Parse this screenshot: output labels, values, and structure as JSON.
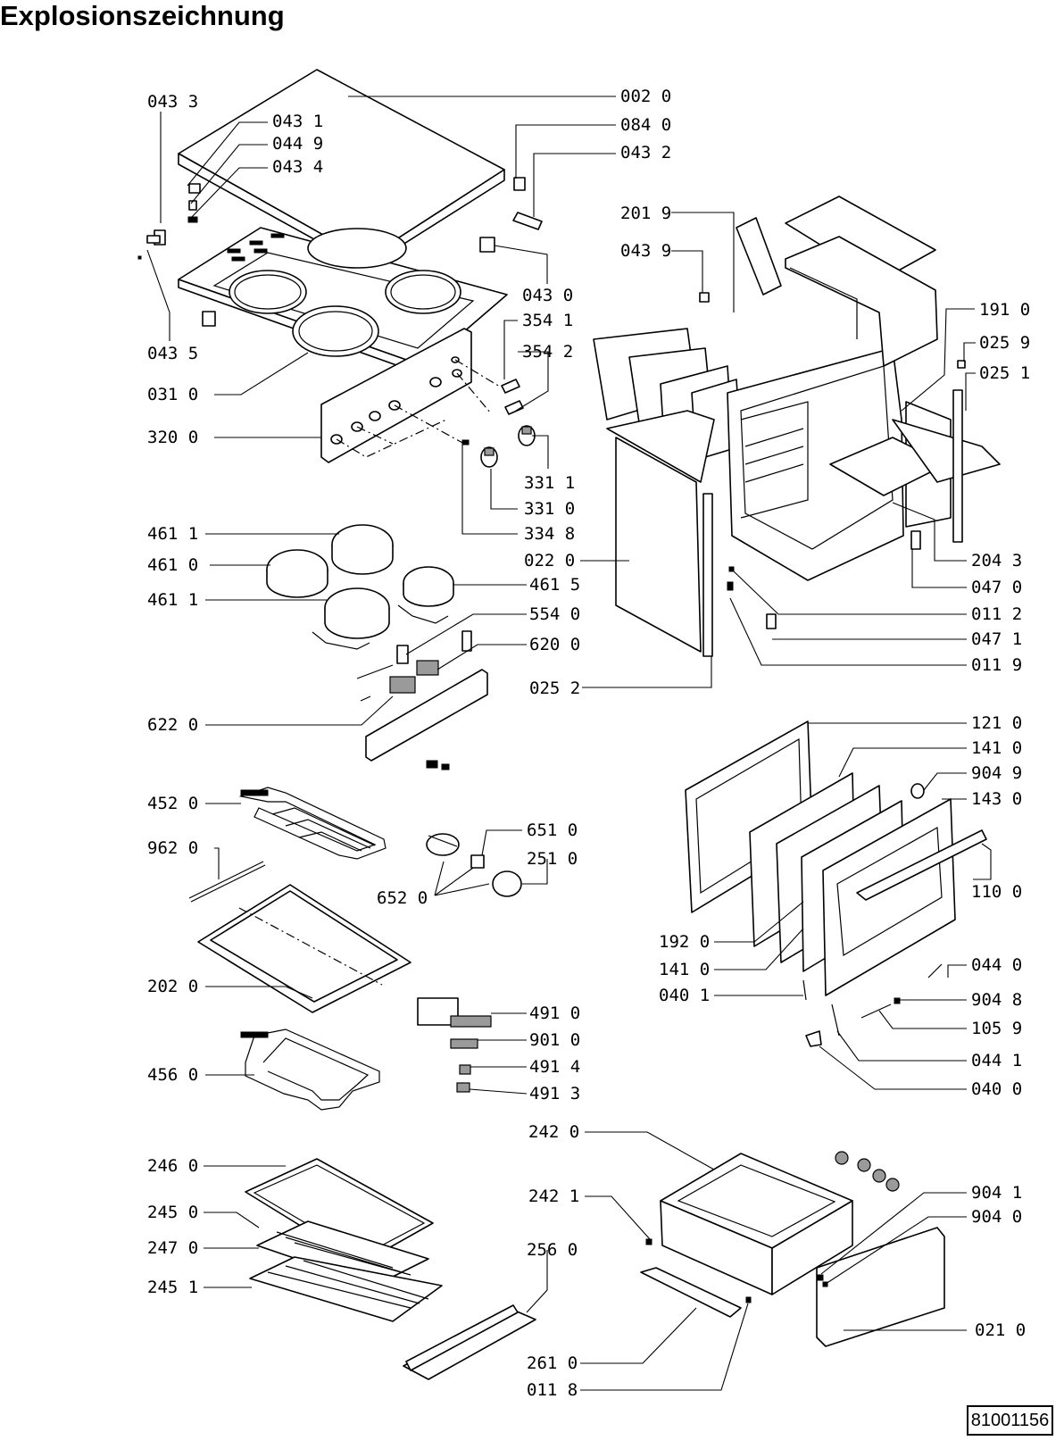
{
  "title": "Explosionszeichnung",
  "drawing_number": "81001156",
  "labels": [
    {
      "id": "l0020",
      "text": "002 0"
    },
    {
      "id": "l0433",
      "text": "043 3"
    },
    {
      "id": "l0431",
      "text": "043 1"
    },
    {
      "id": "l0449",
      "text": "044 9"
    },
    {
      "id": "l0434",
      "text": "043 4"
    },
    {
      "id": "l0840",
      "text": "084 0"
    },
    {
      "id": "l0432",
      "text": "043 2"
    },
    {
      "id": "l2019",
      "text": "201 9"
    },
    {
      "id": "l0439",
      "text": "043 9"
    },
    {
      "id": "l0430",
      "text": "043 0"
    },
    {
      "id": "l0435",
      "text": "043 5"
    },
    {
      "id": "l3541",
      "text": "354 1"
    },
    {
      "id": "l3542",
      "text": "354 2"
    },
    {
      "id": "l0310",
      "text": "031 0"
    },
    {
      "id": "l1910",
      "text": "191 0"
    },
    {
      "id": "l0259",
      "text": "025 9"
    },
    {
      "id": "l0251",
      "text": "025 1"
    },
    {
      "id": "l3200",
      "text": "320 0"
    },
    {
      "id": "l3311",
      "text": "331 1"
    },
    {
      "id": "l3310",
      "text": "331 0"
    },
    {
      "id": "l3348",
      "text": "334 8"
    },
    {
      "id": "l4611a",
      "text": "461 1"
    },
    {
      "id": "l4610",
      "text": "461 0"
    },
    {
      "id": "l0220",
      "text": "022 0"
    },
    {
      "id": "l2043",
      "text": "204 3"
    },
    {
      "id": "l4615",
      "text": "461 5"
    },
    {
      "id": "l0470",
      "text": "047 0"
    },
    {
      "id": "l4611b",
      "text": "461 1"
    },
    {
      "id": "l5540",
      "text": "554 0"
    },
    {
      "id": "l0112",
      "text": "011 2"
    },
    {
      "id": "l0471",
      "text": "047 1"
    },
    {
      "id": "l6200",
      "text": "620 0"
    },
    {
      "id": "l0119",
      "text": "011 9"
    },
    {
      "id": "l0252",
      "text": "025 2"
    },
    {
      "id": "l6220",
      "text": "622 0"
    },
    {
      "id": "l1210",
      "text": "121 0"
    },
    {
      "id": "l1410a",
      "text": "141 0"
    },
    {
      "id": "l9049",
      "text": "904 9"
    },
    {
      "id": "l4520",
      "text": "452 0"
    },
    {
      "id": "l1430",
      "text": "143 0"
    },
    {
      "id": "l6510",
      "text": "651 0"
    },
    {
      "id": "l9620",
      "text": "962 0"
    },
    {
      "id": "l2510",
      "text": "251 0"
    },
    {
      "id": "l1100",
      "text": "110 0"
    },
    {
      "id": "l6520",
      "text": "652 0"
    },
    {
      "id": "l1920",
      "text": "192 0"
    },
    {
      "id": "l1410b",
      "text": "141 0"
    },
    {
      "id": "l0440",
      "text": "044 0"
    },
    {
      "id": "l0401",
      "text": "040 1"
    },
    {
      "id": "l9048",
      "text": "904 8"
    },
    {
      "id": "l2020",
      "text": "202 0"
    },
    {
      "id": "l4910",
      "text": "491 0"
    },
    {
      "id": "l1059",
      "text": "105 9"
    },
    {
      "id": "l9010",
      "text": "901 0"
    },
    {
      "id": "l0441",
      "text": "044 1"
    },
    {
      "id": "l4914",
      "text": "491 4"
    },
    {
      "id": "l4560",
      "text": "456 0"
    },
    {
      "id": "l4913",
      "text": "491 3"
    },
    {
      "id": "l0400",
      "text": "040 0"
    },
    {
      "id": "l2420",
      "text": "242 0"
    },
    {
      "id": "l2460",
      "text": "246 0"
    },
    {
      "id": "l9041",
      "text": "904 1"
    },
    {
      "id": "l2421",
      "text": "242 1"
    },
    {
      "id": "l9040",
      "text": "904 0"
    },
    {
      "id": "l2450",
      "text": "245 0"
    },
    {
      "id": "l2470",
      "text": "247 0"
    },
    {
      "id": "l2560",
      "text": "256 0"
    },
    {
      "id": "l2451",
      "text": "245 1"
    },
    {
      "id": "l0210",
      "text": "021 0"
    },
    {
      "id": "l2610",
      "text": "261 0"
    },
    {
      "id": "l0118",
      "text": "011 8"
    }
  ]
}
